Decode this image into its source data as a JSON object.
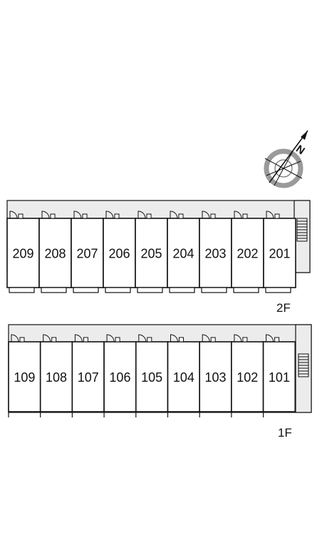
{
  "compass": {
    "north_label": "N",
    "icon": "north-arrow-compass-icon"
  },
  "floors": [
    {
      "label": "2F",
      "units": [
        "209",
        "208",
        "207",
        "206",
        "205",
        "204",
        "203",
        "202",
        "201"
      ]
    },
    {
      "label": "1F",
      "units": [
        "109",
        "108",
        "107",
        "106",
        "105",
        "104",
        "103",
        "102",
        "101"
      ]
    }
  ],
  "colors": {
    "corridor": "#ececec",
    "line": "#111111",
    "compass_ring": "#9a9a9a"
  }
}
